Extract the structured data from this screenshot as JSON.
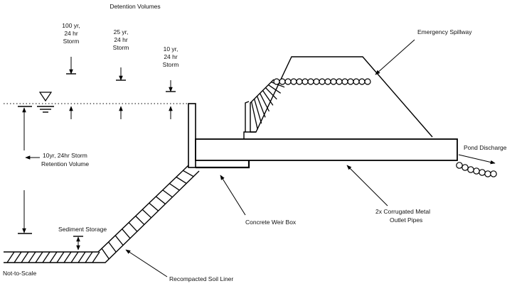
{
  "title": "Detention Volumes",
  "storms": [
    {
      "line1": "100 yr,",
      "line2": "24 hr",
      "line3": "Storm"
    },
    {
      "line1": "25 yr,",
      "line2": "24 hr",
      "line3": "Storm"
    },
    {
      "line1": "10 yr,",
      "line2": "24 hr",
      "line3": "Storm"
    }
  ],
  "retention": {
    "line1": "10yr, 24hr Storm",
    "line2": "Retention Volume"
  },
  "sediment_storage": "Sediment Storage",
  "not_to_scale": "Not-to-Scale",
  "soil_liner": "Recompacted Soil Liner",
  "weir_box": "Concrete Weir Box",
  "outlet_pipes": {
    "line1": "2x Corrugated Metal",
    "line2": "Outlet Pipes"
  },
  "emergency_spillway": "Emergency Spillway",
  "pond_discharge": "Pond Discharge"
}
